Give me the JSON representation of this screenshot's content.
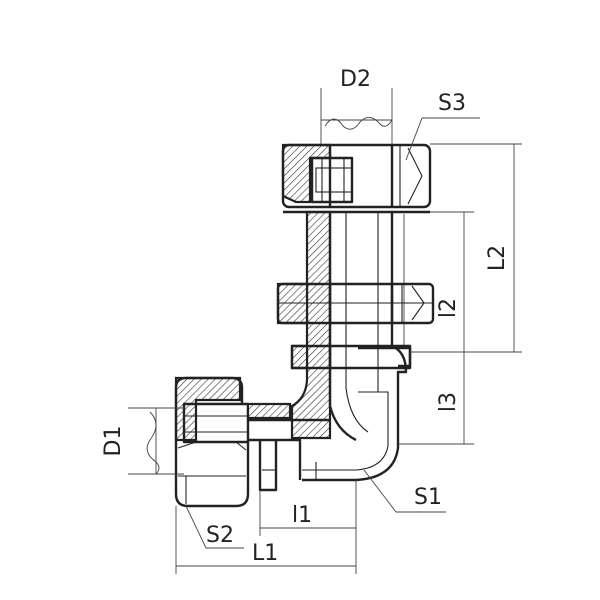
{
  "labels": {
    "d2": "D2",
    "s3": "S3",
    "l2_upper": "L2",
    "l2_lower": "l2",
    "l3": "l3",
    "d1": "D1",
    "s1": "S1",
    "s2": "S2",
    "l1_lower": "l1",
    "l1_upper": "L1"
  }
}
